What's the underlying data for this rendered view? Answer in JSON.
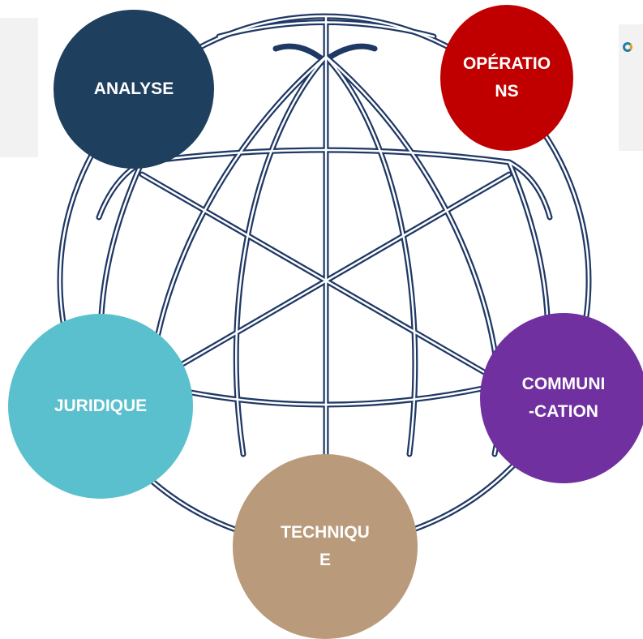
{
  "diagram": {
    "nodes": [
      {
        "id": "analyse",
        "label": "ANALYSE",
        "color": "#1e3f5e"
      },
      {
        "id": "operations",
        "label": "OPÉRATIO\nNS",
        "color": "#c00000"
      },
      {
        "id": "juridique",
        "label": "JURIDIQUE",
        "color": "#5bc0cd"
      },
      {
        "id": "communication",
        "label": "COMMUNI\n-CATION",
        "color": "#7030a0"
      },
      {
        "id": "technique",
        "label": "TECHNIQU\nE",
        "color": "#b99a7b"
      }
    ],
    "globe": {
      "stroke_color": "#1f3864",
      "icon": "globe-wireframe-icon"
    }
  }
}
